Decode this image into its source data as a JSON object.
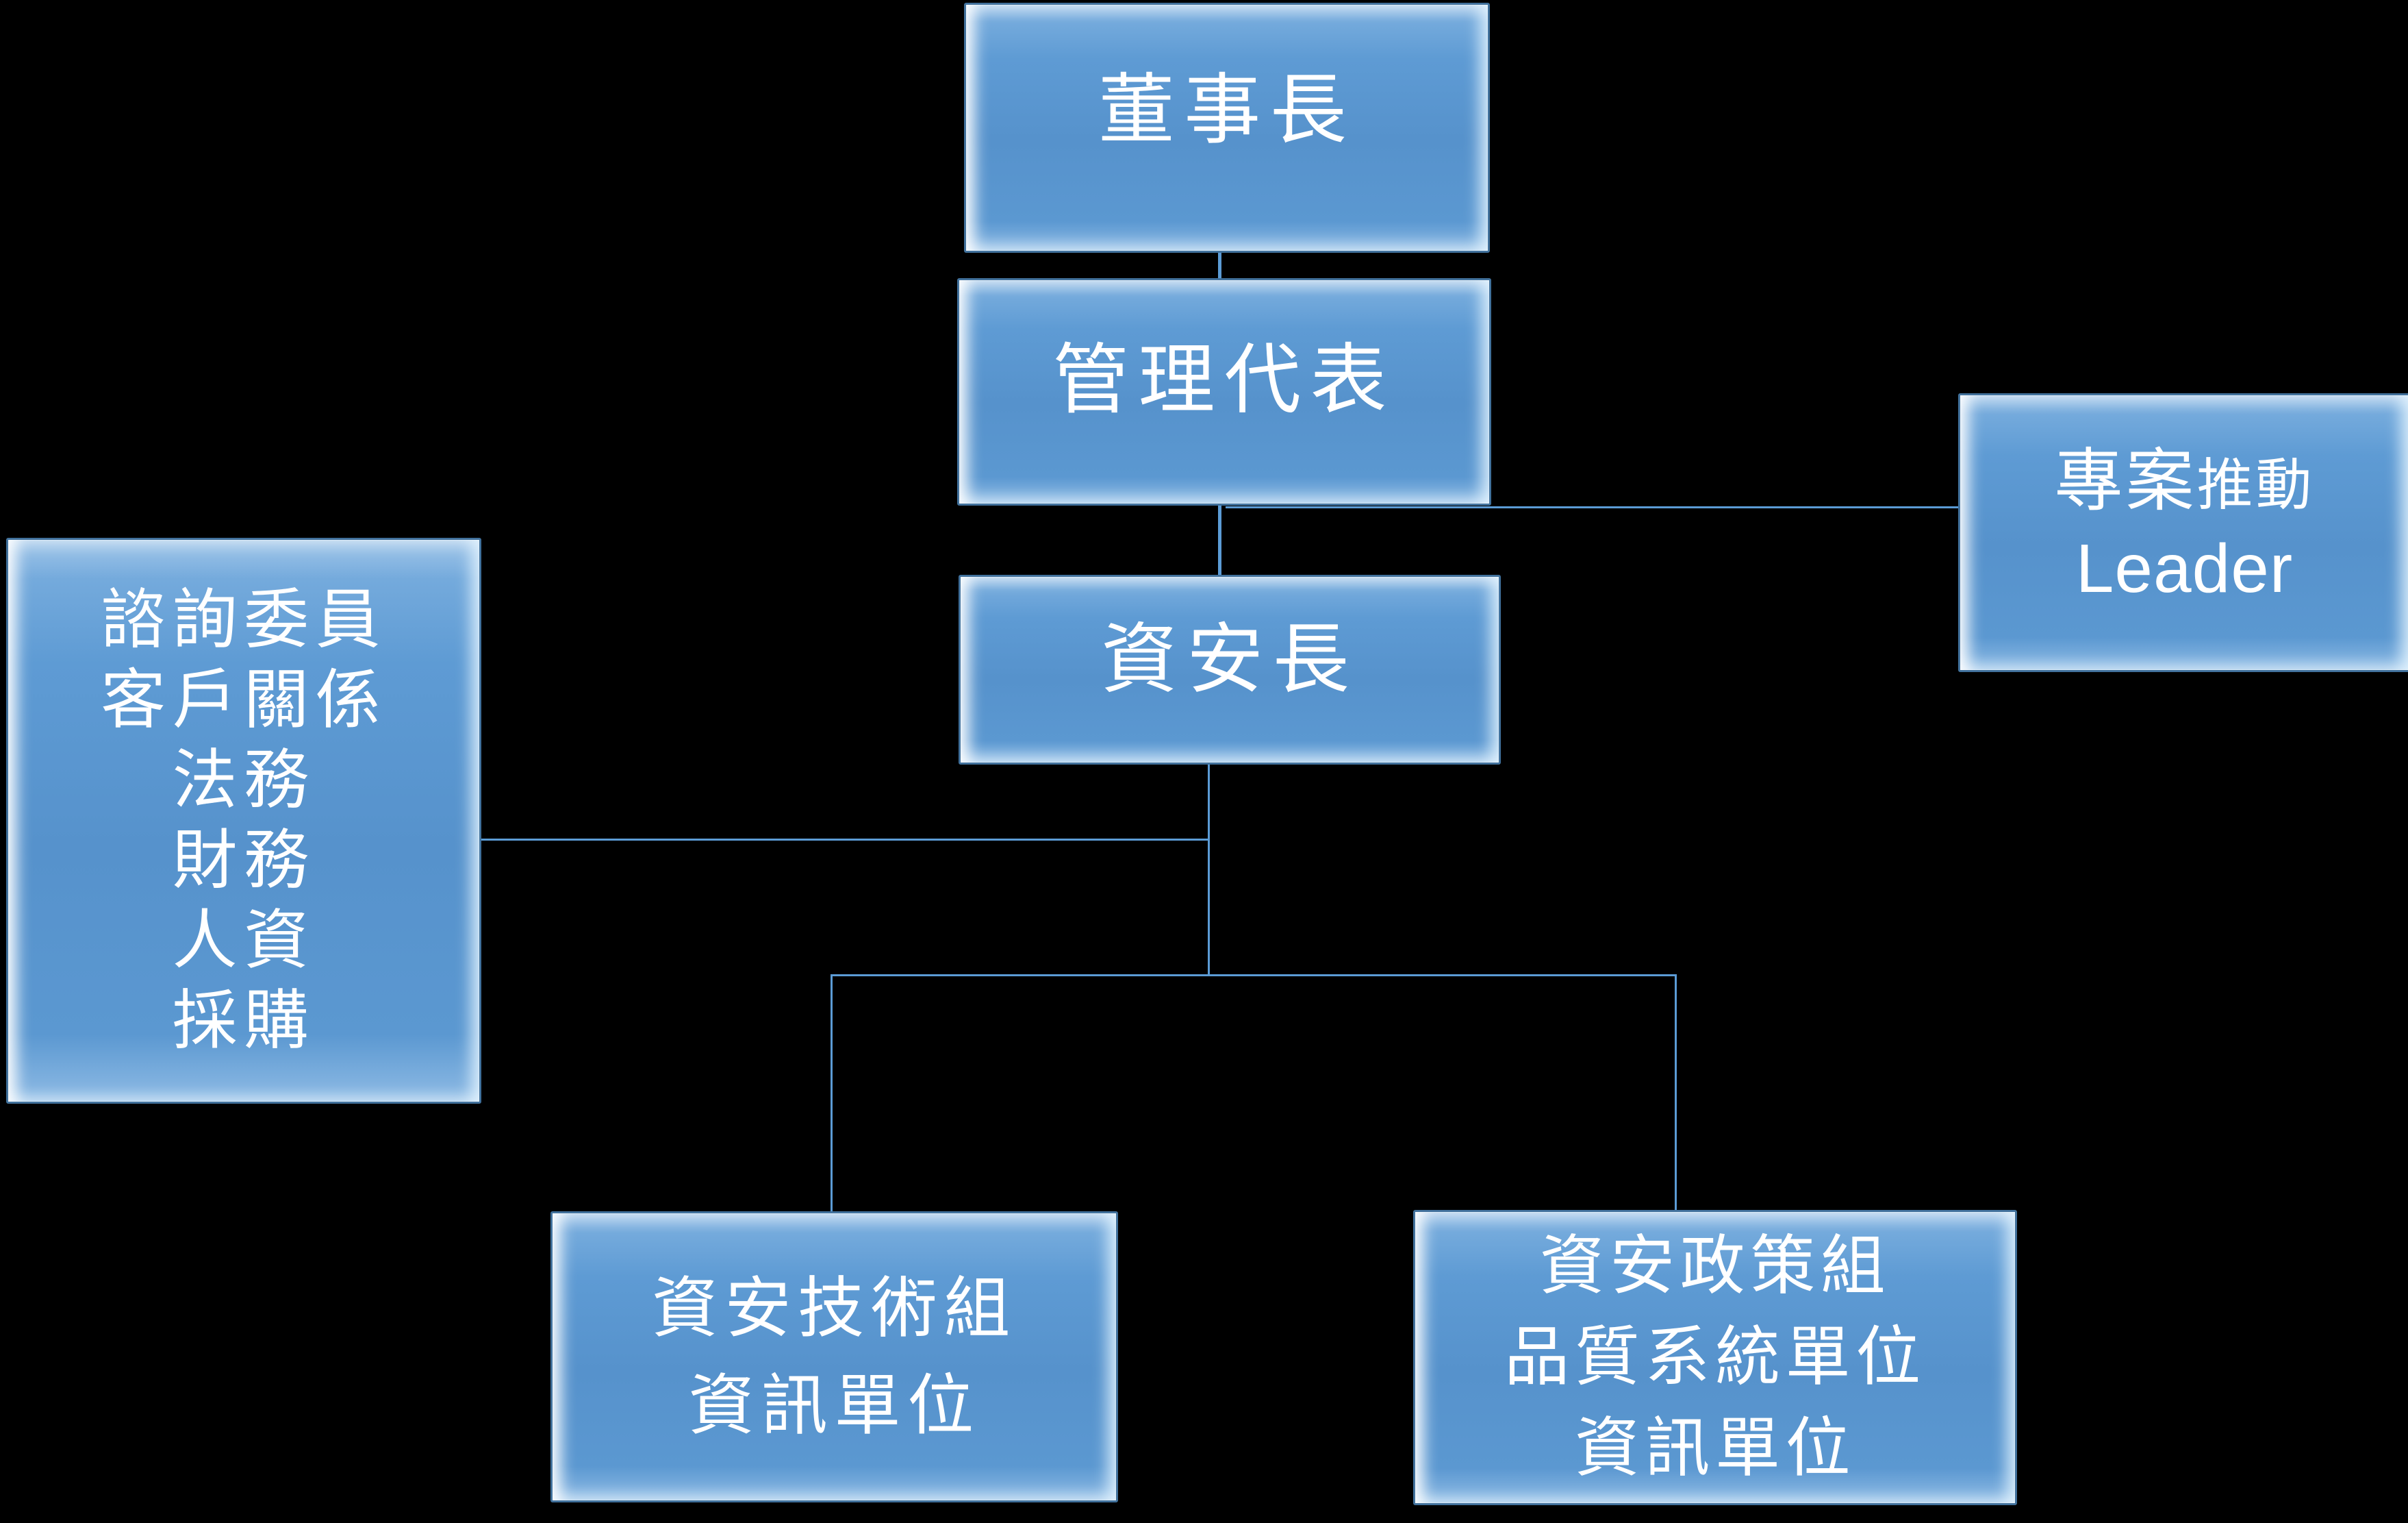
{
  "canvas": {
    "background": "#000000"
  },
  "colors": {
    "box_fill": "#5b9bd5",
    "box_border": "#41719c",
    "bevel_highlight": "#eaf6ff",
    "connector": "#5b9bd5",
    "text": "#ffffff"
  },
  "org_chart": {
    "nodes": {
      "chairman": {
        "label": "董事長"
      },
      "management_representative": {
        "label": "管理代表"
      },
      "project_leader": {
        "line1_main": "專案",
        "line1_sub": "推動",
        "line2": "Leader"
      },
      "ciso": {
        "label": "資安長"
      },
      "advisory_group": {
        "lines": [
          "諮詢委員",
          "客戶關係",
          "法務",
          "財務",
          "人資",
          "採購"
        ]
      },
      "security_tech_group": {
        "lines": [
          "資安技術組",
          "資訊單位"
        ]
      },
      "security_policy_group": {
        "lines": [
          "資安政策組",
          "品質系統單位",
          "資訊單位"
        ]
      }
    },
    "edges": [
      {
        "from": "chairman",
        "to": "management_representative"
      },
      {
        "from": "management_representative",
        "to": "ciso"
      },
      {
        "from": "management_representative",
        "to": "project_leader"
      },
      {
        "from": "ciso",
        "to": "advisory_group"
      },
      {
        "from": "ciso",
        "to": "security_tech_group"
      },
      {
        "from": "ciso",
        "to": "security_policy_group"
      }
    ]
  }
}
